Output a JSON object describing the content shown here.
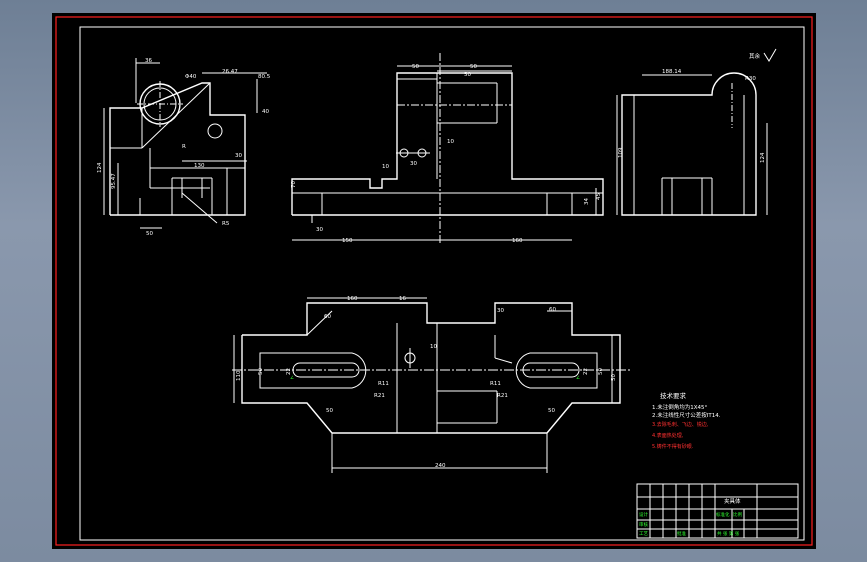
{
  "colors": {
    "background": "#000000",
    "border": "#ff2020",
    "lines": "#ffffff",
    "notes_red": "#ff3030",
    "notes_green": "#30ff30"
  },
  "front_view": {
    "dims": [
      "36",
      "Φ40",
      "26.47",
      "80.5",
      "40",
      "R",
      "30",
      "130",
      "124",
      "95.47",
      "50",
      "R5"
    ]
  },
  "top_view": {
    "dims": [
      "50",
      "50",
      "50",
      "10",
      "30",
      "10",
      "70",
      "30",
      "150",
      "160",
      "34",
      "45"
    ]
  },
  "side_view": {
    "dims": [
      "188.14",
      "R30",
      "109",
      "124"
    ]
  },
  "plan_view": {
    "dims": [
      "160",
      "16",
      "60",
      "30",
      "60",
      "10",
      "110",
      "50",
      "22",
      "R11",
      "R21",
      "R11",
      "R21",
      "50",
      "22",
      "50",
      "50",
      "50",
      "240"
    ]
  },
  "roughness": "其余",
  "notes": {
    "title": "技术要求",
    "lines": [
      "1.未注倒角均为1X45°",
      "2.未注线性尺寸公差按IT14.",
      "3.去除毛刺、飞边、锐边,",
      "4.表面热处理,",
      "5.铸件不得有砂眼."
    ]
  },
  "title_block": {
    "part_name": "夹具体",
    "drawing_label": "标准化",
    "scale_label": "比例",
    "sheet_label": "共  张  第  张",
    "cells": [
      "设计",
      "审核",
      "工艺",
      "批准"
    ]
  }
}
